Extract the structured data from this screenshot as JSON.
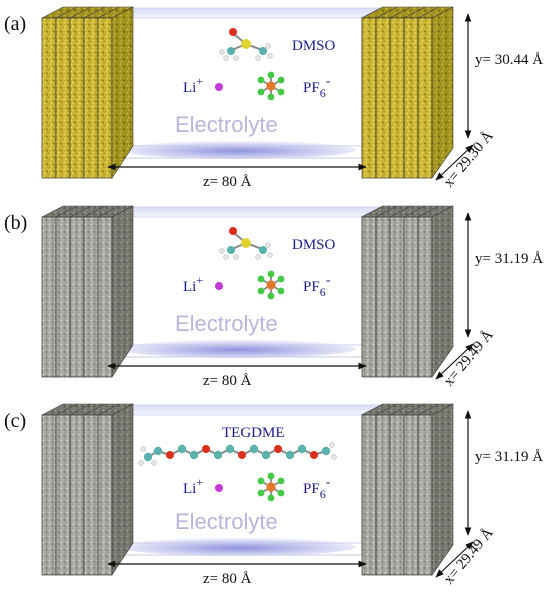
{
  "panels": [
    {
      "label": "(a)",
      "electrode": "gold",
      "solvent": "DMSO",
      "cation": "Li",
      "cation_charge": "+",
      "anion_base": "PF",
      "anion_sub": "6",
      "anion_charge": "-",
      "region": "Electrolyte",
      "z_dim": "z= 80 Å",
      "y_dim": "y= 30.44 Å",
      "x_dim": "x= 29.30 Å"
    },
    {
      "label": "(b)",
      "electrode": "silver",
      "solvent": "DMSO",
      "cation": "Li",
      "cation_charge": "+",
      "anion_base": "PF",
      "anion_sub": "6",
      "anion_charge": "-",
      "region": "Electrolyte",
      "z_dim": "z= 80 Å",
      "y_dim": "y= 31.19 Å",
      "x_dim": "x= 29.49 Å"
    },
    {
      "label": "(c)",
      "electrode": "silver",
      "solvent": "TEGDME",
      "cation": "Li",
      "cation_charge": "+",
      "anion_base": "PF",
      "anion_sub": "6",
      "anion_charge": "-",
      "region": "Electrolyte",
      "z_dim": "z= 80 Å",
      "y_dim": "y= 31.19 Å",
      "x_dim": "x= 29.49 Å"
    }
  ],
  "colors": {
    "gold_face": "#c9b330",
    "gold_dark": "#9a8a1c",
    "silver_face": "#a7a7a2",
    "silver_dark": "#6f706a",
    "text_blue": "#1c1c8a",
    "electrolyte_text": "#b8b6dc",
    "li_atom": "#c23ad6",
    "p_atom": "#e07a2a",
    "f_atom": "#43c943",
    "c_atom": "#5bb0b0",
    "o_atom": "#d8301c",
    "s_atom": "#e0d430",
    "h_atom": "#e6e6e6"
  }
}
